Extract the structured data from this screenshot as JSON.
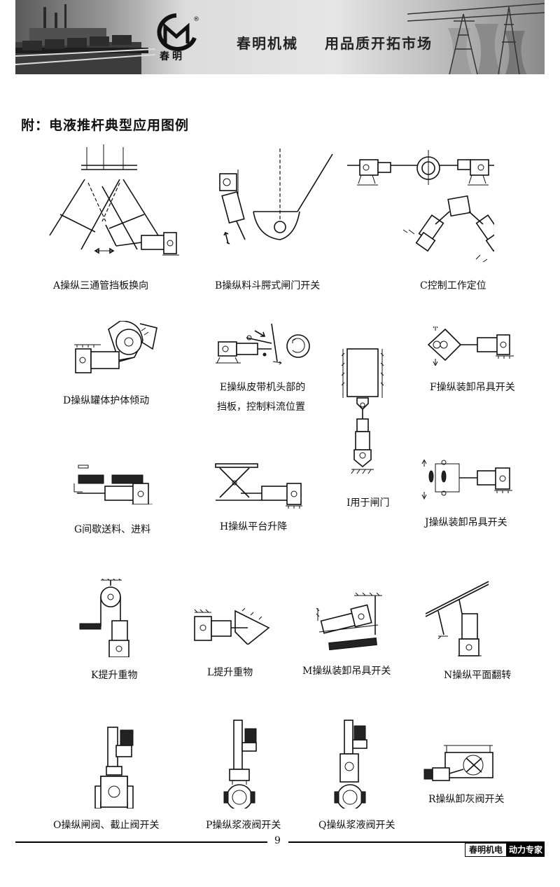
{
  "header": {
    "logo_text": "春明",
    "slogan_left": "春明机械",
    "slogan_right": "用品质开拓市场"
  },
  "section_title": "附：电液推杆典型应用图例",
  "figures": [
    {
      "id": "A",
      "caption": "A操纵三通管挡板换向"
    },
    {
      "id": "B",
      "caption": "B操纵料斗腭式闸门开关"
    },
    {
      "id": "C",
      "caption": "C控制工作定位"
    },
    {
      "id": "D",
      "caption": "D操纵罐体护体倾动"
    },
    {
      "id": "E",
      "caption_line1": "E操纵皮带机头部的",
      "caption_line2": "挡板，控制料流位置"
    },
    {
      "id": "F",
      "caption": "F操纵装卸吊具开关"
    },
    {
      "id": "G",
      "caption": "G间歇送料、进料"
    },
    {
      "id": "H",
      "caption": "H操纵平台升降"
    },
    {
      "id": "I",
      "caption": "I用于闸门"
    },
    {
      "id": "J",
      "caption": "J操纵装卸吊具开关"
    },
    {
      "id": "K",
      "caption": "K提升重物"
    },
    {
      "id": "L",
      "caption": "L提升重物"
    },
    {
      "id": "M",
      "caption": "M操纵装卸吊具开关"
    },
    {
      "id": "N",
      "caption": "N操纵平面翻转"
    },
    {
      "id": "O",
      "caption": "O操纵闸阀、截止阀开关"
    },
    {
      "id": "P",
      "caption": "P操纵浆液阀开关"
    },
    {
      "id": "Q",
      "caption": "Q操纵浆液阀开关"
    },
    {
      "id": "R",
      "caption": "R操纵卸灰阀开关"
    }
  ],
  "footer": {
    "page_number": "9",
    "brand": "春明机电",
    "tagline": "动力专家"
  }
}
